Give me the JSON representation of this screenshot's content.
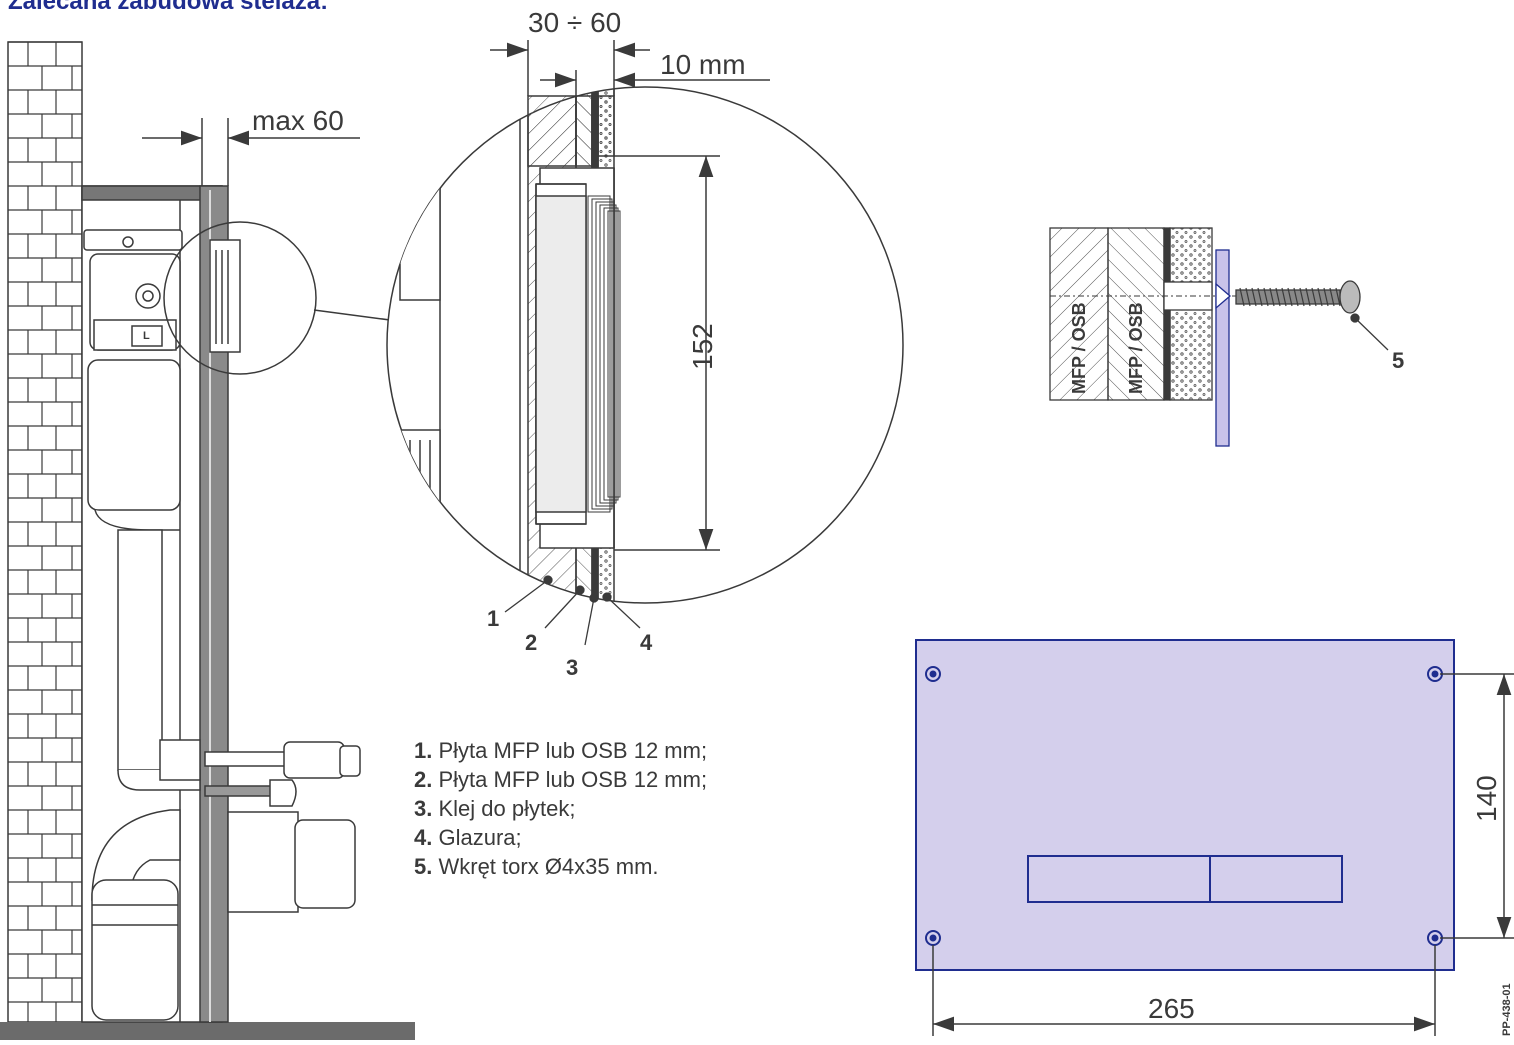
{
  "title": "Zalecana zabudowa stelaża:",
  "dimensions": {
    "wall_offset": "30 ÷ 60",
    "tile_layer": "10 mm",
    "max_offset": "max 60",
    "tube_height": "152",
    "plate_height": "140",
    "plate_width": "265"
  },
  "callouts": [
    "1",
    "2",
    "3",
    "4",
    "5"
  ],
  "board_labels": [
    "MFP / OSB",
    "MFP / OSB"
  ],
  "legend": [
    {
      "num": "1.",
      "text": "Płyta  MFP lub OSB 12 mm;"
    },
    {
      "num": "2.",
      "text": "Płyta MFP lub OSB 12 mm;"
    },
    {
      "num": "3.",
      "text": "Klej do płytek;"
    },
    {
      "num": "4.",
      "text": "Glazura;"
    },
    {
      "num": "5.",
      "text": "Wkręt torx Ø4x35 mm."
    }
  ],
  "frame_badge": "L",
  "drawing_code": "PP-438-01",
  "colors": {
    "title": "#1f2d8f",
    "plate_fill": "#d4cfec",
    "plate_stroke": "#1f2d8f",
    "line": "#3a3a3a",
    "wall": "#ffffff",
    "floor": "#6b6b6b"
  }
}
